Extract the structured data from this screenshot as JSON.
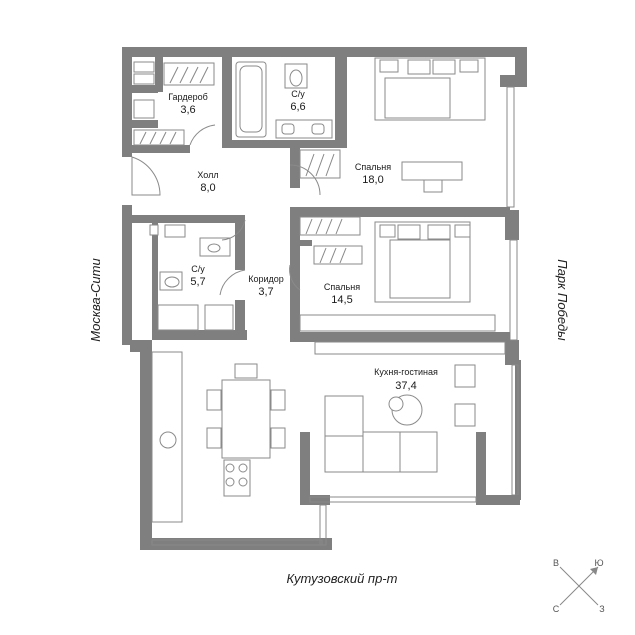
{
  "plan": {
    "rooms": [
      {
        "id": "wardrobe",
        "label": "Гардероб",
        "area": "3,6"
      },
      {
        "id": "bath1",
        "label": "С/у",
        "area": "6,6"
      },
      {
        "id": "hall",
        "label": "Холл",
        "area": "8,0"
      },
      {
        "id": "bedroom1",
        "label": "Спальня",
        "area": "18,0"
      },
      {
        "id": "bath2",
        "label": "С/у",
        "area": "5,7"
      },
      {
        "id": "corridor",
        "label": "Коридор",
        "area": "3,7"
      },
      {
        "id": "bedroom2",
        "label": "Спальня",
        "area": "14,5"
      },
      {
        "id": "kitchen",
        "label": "Кухня-гостиная",
        "area": "37,4"
      }
    ],
    "streets": {
      "left": "Москва-Сити",
      "right": "Парк Победы",
      "bottom": "Кутузовский пр-т"
    },
    "compass": {
      "north": "С",
      "south": "Ю",
      "east": "В",
      "west": "З"
    },
    "colors": {
      "wall": "#7f7f7f",
      "line": "#8a8a8a",
      "text": "#1a1a1a"
    }
  }
}
